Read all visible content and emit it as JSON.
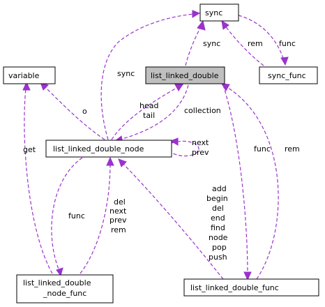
{
  "colors": {
    "edge": "#9a32cd",
    "focus_fill": "#bfbfbf",
    "box_border": "#000000"
  },
  "nodes": {
    "sync": "sync",
    "variable": "variable",
    "list_linked_double": "list_linked_double",
    "sync_func": "sync_func",
    "list_linked_double_node": "list_linked_double_node",
    "list_linked_double_node_func_line1": "list_linked_double",
    "list_linked_double_node_func_line2": "_node_func",
    "list_linked_double_func": "list_linked_double_func"
  },
  "edge_labels": {
    "sync_from_lld": "sync",
    "sync_from_node": "sync",
    "sync_func_func": "func",
    "sync_rem": "rem",
    "o": "o",
    "head": "head",
    "tail": "tail",
    "collection": "collection",
    "self_next": "next",
    "self_prev": "prev",
    "get": "get",
    "node_func_func": "func",
    "del": "del",
    "next": "next",
    "prev": "prev",
    "rem_node": "rem",
    "lldf_func": "func",
    "lldf_rem": "rem",
    "ops": [
      "add",
      "begin",
      "del",
      "end",
      "find",
      "node",
      "pop",
      "push"
    ]
  }
}
